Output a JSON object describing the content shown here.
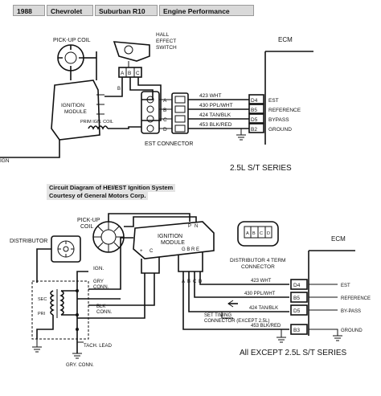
{
  "header": {
    "year": "1988",
    "make": "Chevrolet",
    "model": "Suburban R10",
    "section": "Engine Performance"
  },
  "caption": {
    "line1": "Circuit Diagram of HEI/EST Ignition System",
    "line2": "Courtesy of General Motors Corp."
  },
  "top_diagram": {
    "pickup_coil": "PICK-UP COIL",
    "hall_effect": [
      "HALL",
      "EFFECT",
      "SWITCH"
    ],
    "hall_pins": [
      "A",
      "B",
      "C"
    ],
    "hall_b_label": "B",
    "ignition_module": [
      "IGNITION",
      "MODULE"
    ],
    "prim_coil": "PRIM IGN. COIL",
    "connector_pins": [
      "A",
      "B",
      "C",
      "D"
    ],
    "est_connector": "EST CONNECTOR",
    "ign_label": "IGN",
    "ecm": "ECM",
    "wires": [
      {
        "wire": "423 WHT",
        "pin": "D4",
        "func": "EST"
      },
      {
        "wire": "430 PPL/WHT",
        "pin": "B5",
        "func": "REFERENCE"
      },
      {
        "wire": "424 TAN/BLK",
        "pin": "D5",
        "func": "BYPASS"
      },
      {
        "wire": "453 BLK/RED",
        "pin": "B2",
        "func": "GROUND"
      }
    ],
    "series": "2.5L S/T SERIES"
  },
  "bottom_diagram": {
    "pickup_coil": [
      "PICK-UP",
      "COIL"
    ],
    "distributor": "DISTRIBUTOR",
    "ignition_module": [
      "IGNITION",
      "MODULE"
    ],
    "module_pins_top": [
      "P",
      "N"
    ],
    "module_pins_left": [
      "+",
      "C"
    ],
    "module_pins_bottom": "G B R E",
    "module_pins_dist": [
      "A",
      "B",
      "C",
      "D"
    ],
    "dist_connector": [
      "DISTRIBUTOR 4 TERM",
      "CONNECTOR"
    ],
    "dist_conn_pins": [
      "A",
      "B",
      "C",
      "D"
    ],
    "ign": "IGN.",
    "gry_conn_top": [
      "GRY",
      "CONN."
    ],
    "blk_conn": [
      "BLK",
      "CONN."
    ],
    "gry_conn_bottom": "GRY. CONN.",
    "tach_lead": "TACH. LEAD",
    "coil_side": [
      "SEC",
      "PRI"
    ],
    "set_timing": [
      "SET TIMING",
      "CONNECTOR (EXCEPT 2.5L)"
    ],
    "ecm": "ECM",
    "wires": [
      {
        "wire": "423 WHT",
        "pin": "D4",
        "func": "EST"
      },
      {
        "wire": "430 PPL/WHT",
        "pin": "B5",
        "func": "REFERENCE"
      },
      {
        "wire": "424 TAN/BLK",
        "pin": "D5",
        "func": "BY-PASS"
      },
      {
        "wire": "453 BLK/RED",
        "pin": "B3",
        "func": "GROUND"
      }
    ],
    "series": "All EXCEPT 2.5L S/T SERIES"
  }
}
